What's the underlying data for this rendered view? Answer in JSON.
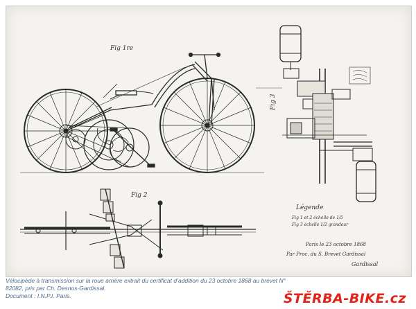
{
  "figures": {
    "fig1": "Fig 1re",
    "fig2": "Fig 2",
    "fig3": "Fig 3"
  },
  "legend": {
    "title": "Légende",
    "line1": "Fig 1 et 2 échelle de 1/5",
    "line2": "Fig 3 échelle 1/2 grandeur"
  },
  "signature": {
    "place_date": "Paris le 23 octobre 1868",
    "attorney": "Par Proc. du S. Brevet Gardissal",
    "name": "Gardissal"
  },
  "caption": {
    "line1": "Vélocipède à transmission sur la roue arrière extrait du certificat d’addition du 23 octobre 1868 au brevet N° 82082, pris par Ch. Desnos-Gardissal.",
    "line2": "Document : I.N.P.I. Paris."
  },
  "watermark": {
    "part1": "ŠTĚRBA",
    "part2": "-BIKE.cz"
  },
  "colors": {
    "caption": "#4d6b8a",
    "watermark": "#e2231a",
    "ink": "#2a2a2a"
  }
}
